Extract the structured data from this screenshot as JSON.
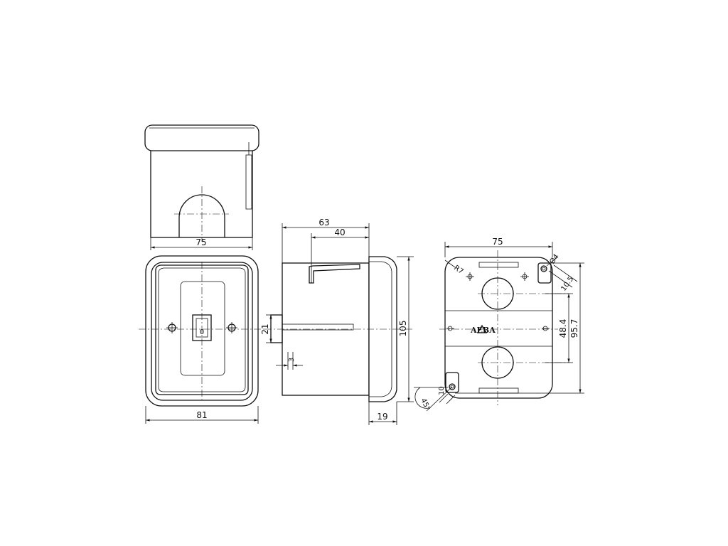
{
  "dimensions": {
    "top_width": "75",
    "front_width": "81",
    "depth_total": "63",
    "depth_body": "40",
    "shaft_height": "21",
    "shaft_thickness": "3",
    "lid_height": "19",
    "overall_height": "105",
    "rear_width": "75",
    "corner_radius": "R7",
    "hole_diameter": "Ø4",
    "slot_width": "10.5",
    "hole_spacing": "48.4",
    "rear_height": "95.7",
    "angle": "45°",
    "slot_label": "10"
  },
  "labels": {
    "switch_mark": "0",
    "brand_logo": "AEBA"
  }
}
